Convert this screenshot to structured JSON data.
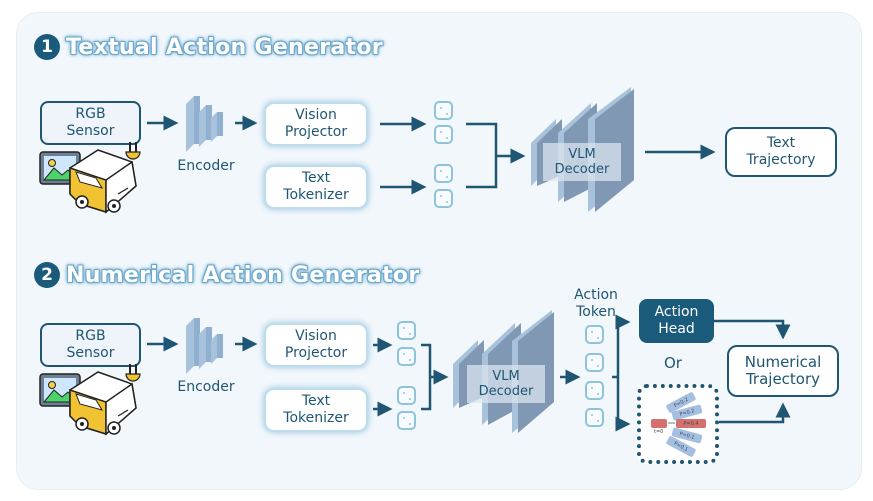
{
  "sections": [
    {
      "number": "1",
      "title": "Textual Action Generator",
      "sensor_label": "RGB\nSensor",
      "encoder_label": "Encoder",
      "vision_projector_label": "Vision\nProjector",
      "text_tokenizer_label": "Text\nTokenizer",
      "decoder_label": "VLM\nDecoder",
      "output_label": "Text\nTrajectory"
    },
    {
      "number": "2",
      "title": "Numerical Action Generator",
      "sensor_label": "RGB\nSensor",
      "encoder_label": "Encoder",
      "vision_projector_label": "Vision\nProjector",
      "text_tokenizer_label": "Text\nTokenizer",
      "decoder_label": "VLM\nDecoder",
      "action_token_label": "Action\nToken",
      "action_head_label": "Action\nHead",
      "or_label": "Or",
      "output_label": "Numerical\nTrajectory",
      "sampling": {
        "start_label": "t=0",
        "chips": [
          {
            "label": "P=0.2",
            "selected": false
          },
          {
            "label": "P=0.2",
            "selected": false
          },
          {
            "label": "P=0.4",
            "selected": true
          },
          {
            "label": "P=0.1",
            "selected": false
          },
          {
            "label": "P=0.1",
            "selected": false
          }
        ]
      }
    }
  ],
  "colors": {
    "primary": "#1f5674",
    "dark_fill": "#1a5a7a",
    "glow": "#a9d0e6",
    "panel": "#f2f7fb",
    "layer_front": "#8098b3",
    "layer_side": "#a9c2dc",
    "selected_chip": "#d4706e",
    "chip": "#a5bfe0"
  }
}
